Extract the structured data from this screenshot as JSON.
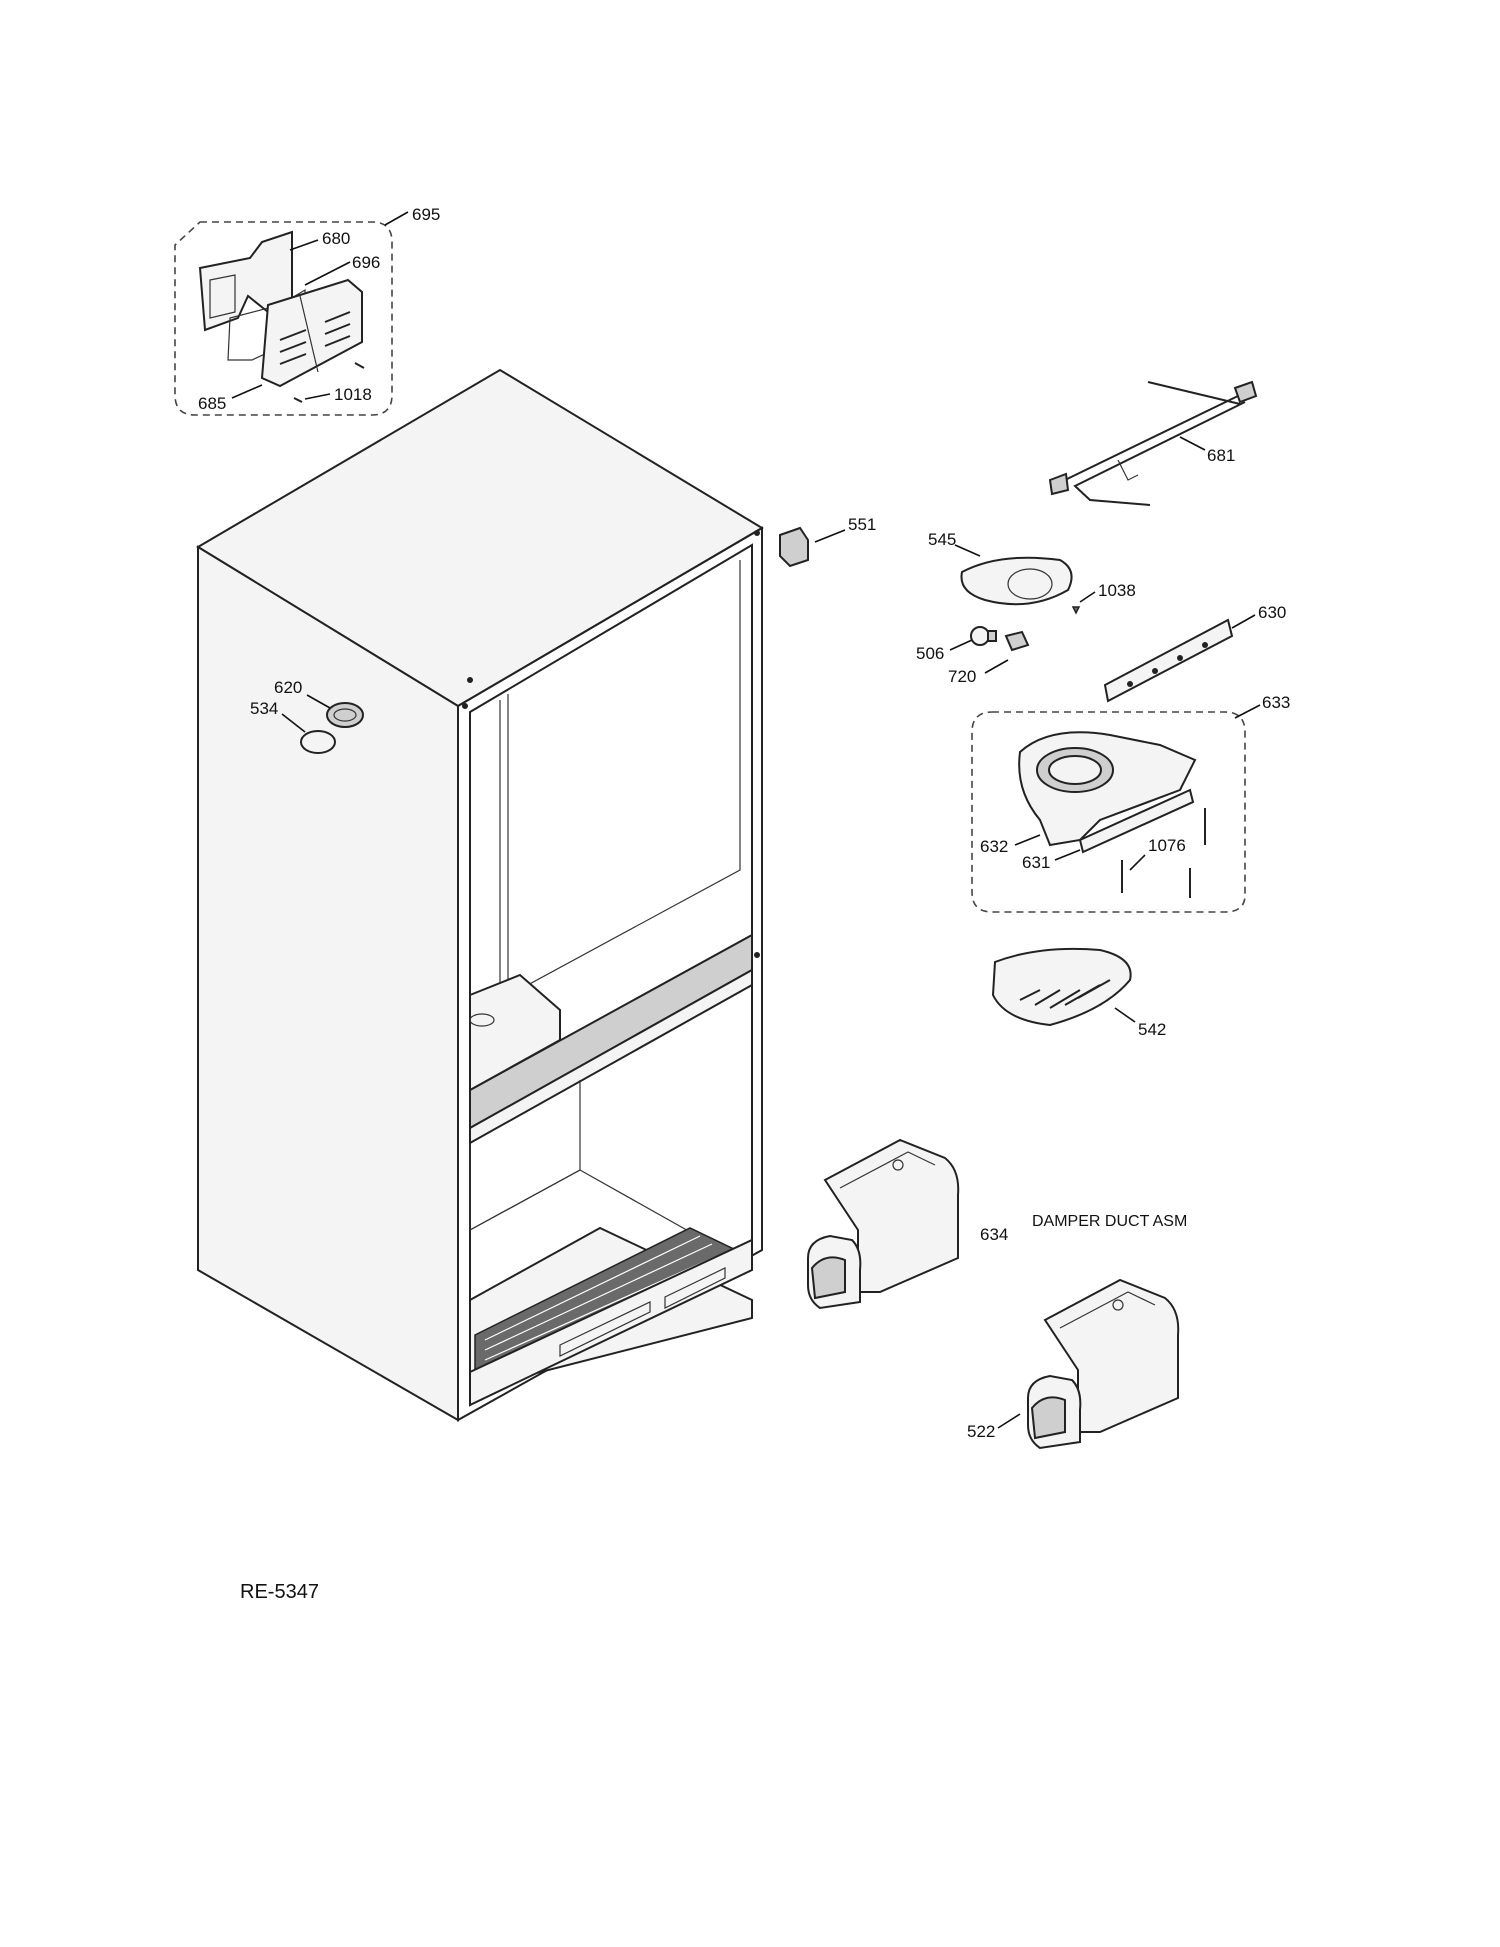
{
  "labels": {
    "p695": "695",
    "p680": "680",
    "p696": "696",
    "p685": "685",
    "p1018": "1018",
    "p681": "681",
    "p551": "551",
    "p545": "545",
    "p1038": "1038",
    "p630": "630",
    "p506": "506",
    "p720": "720",
    "p620": "620",
    "p534": "534",
    "p633": "633",
    "p632": "632",
    "p631": "631",
    "p1076": "1076",
    "p542": "542",
    "p634": "634",
    "p522": "522",
    "damper_duct": "DAMPER DUCT ASM",
    "drawing_id": "RE-5347"
  }
}
